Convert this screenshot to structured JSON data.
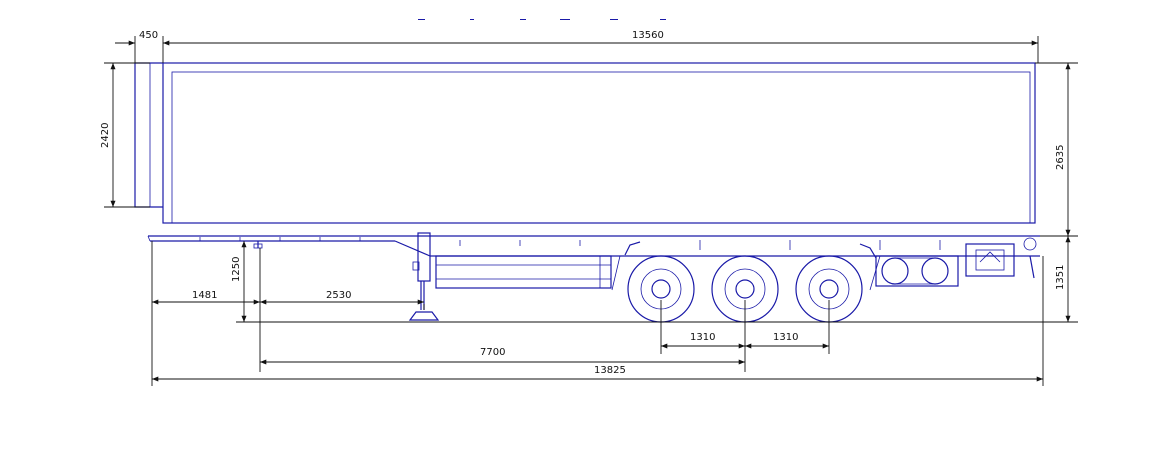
{
  "drawing": {
    "colors": {
      "line": "#1a1aa8",
      "dimension": "#111111",
      "background": "#ffffff"
    },
    "dimensions": {
      "overhang_front": "450",
      "body_length": "13560",
      "front_wall_height": "2420",
      "body_height": "2635",
      "frame_height": "1351",
      "kingpin_height": "1250",
      "kingpin_offset": "1481",
      "kingpin_to_legs": "2530",
      "axle_spacing_1": "1310",
      "axle_spacing_2": "1310",
      "kingpin_to_axle": "7700",
      "overall_length": "13825"
    }
  }
}
